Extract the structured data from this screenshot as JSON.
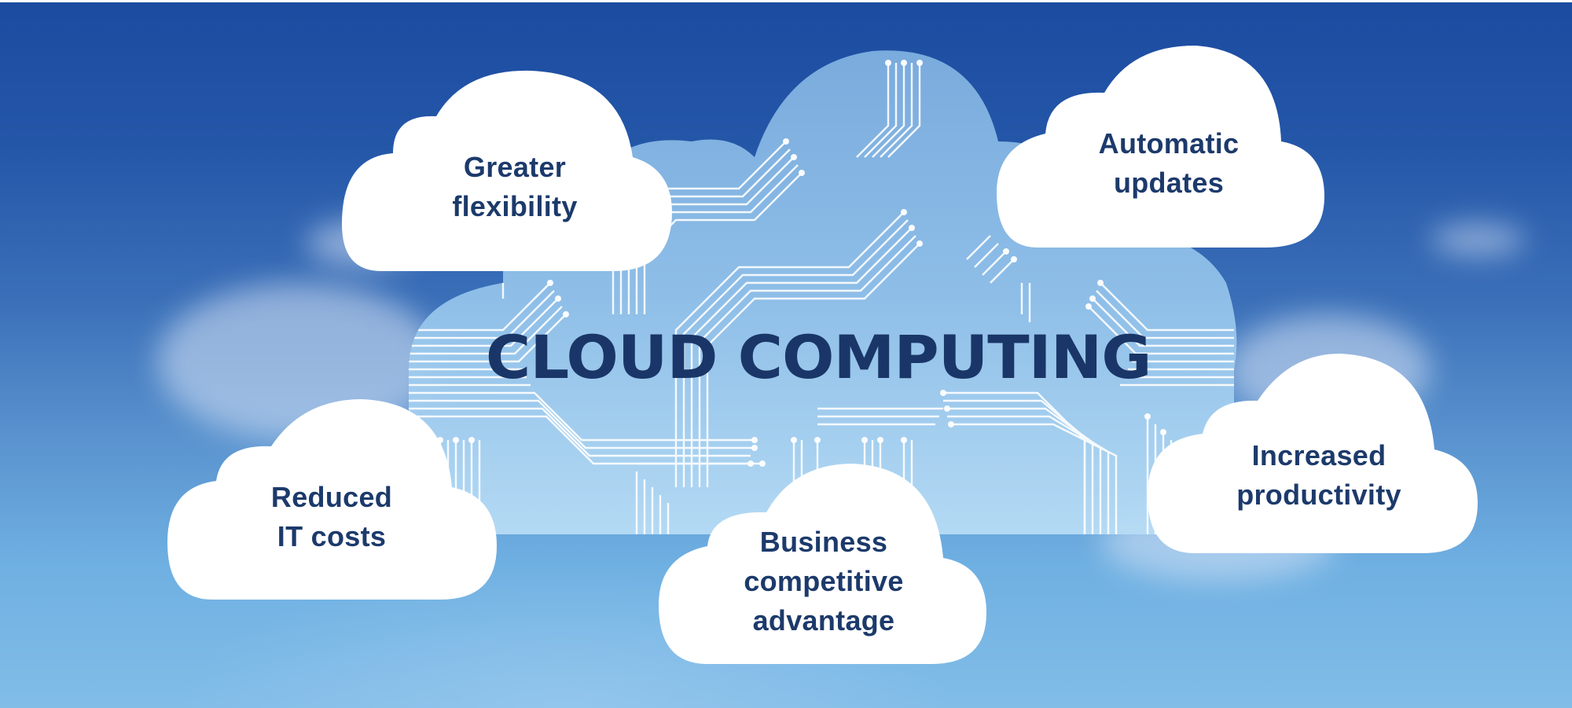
{
  "title": "CLOUD COMPUTING",
  "benefits": [
    {
      "id": "greater-flexibility",
      "lines": [
        "Greater",
        "flexibility"
      ]
    },
    {
      "id": "automatic-updates",
      "lines": [
        "Automatic",
        "updates"
      ]
    },
    {
      "id": "reduced-it-costs",
      "lines": [
        "Reduced",
        "IT costs"
      ]
    },
    {
      "id": "business-competitive-advantage",
      "lines": [
        "Business",
        "competitive",
        "advantage"
      ]
    },
    {
      "id": "increased-productivity",
      "lines": [
        "Increased",
        "productivity"
      ]
    }
  ],
  "colors": {
    "sky_top": "#1b4ba0",
    "sky_bottom": "#82bde8",
    "title_text": "#1a3668",
    "label_text": "#1c3a6b",
    "cloud_fill": "#ffffff",
    "circuit_cloud": "#8fbde6"
  }
}
